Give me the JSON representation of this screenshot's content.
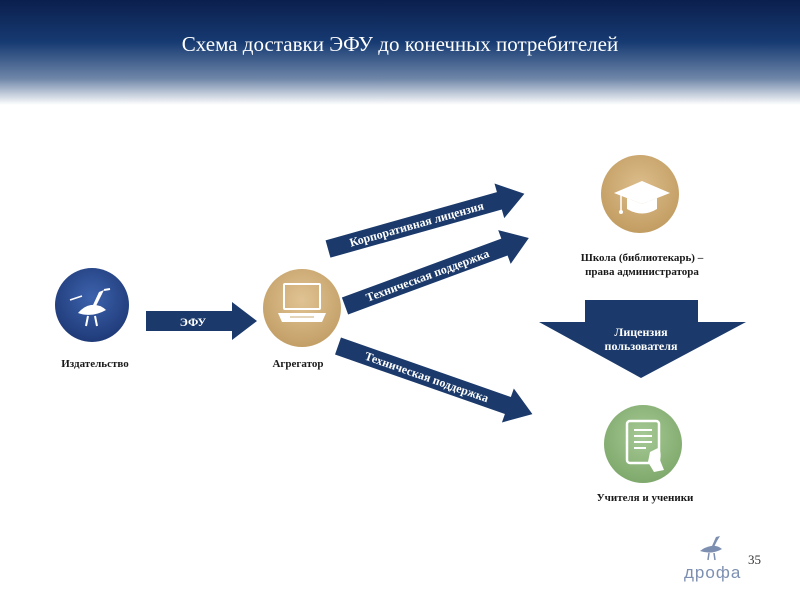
{
  "title": "Схема доставки ЭФУ до конечных потребителей",
  "nodes": {
    "publisher": "Издательство",
    "aggregator": "Агрегатор",
    "school": [
      "Школа (библиотекарь) –",
      "права администратора"
    ],
    "teachers": "Учителя и ученики"
  },
  "arrows": {
    "efu": "ЭФУ",
    "corporate_license": "Корпоративная лицензия",
    "tech_support_school": "Техническая поддержка",
    "tech_support_teachers": "Техническая поддержка",
    "user_license": [
      "Лицензия",
      "пользователя"
    ]
  },
  "footer": {
    "page_number": "35",
    "logo_text": "дрофа"
  },
  "colors": {
    "navy": "#1b3a6b",
    "publisher_circle": "#2c4a8e",
    "aggregator_circle": "#d2b17d",
    "school_circle": "#d0ad75",
    "teachers_circle": "#93bb82"
  },
  "icons": {
    "publisher": "bird-logo-icon",
    "aggregator": "laptop-icon",
    "school": "graduation-cap-icon",
    "teachers": "ebook-tablet-icon"
  }
}
